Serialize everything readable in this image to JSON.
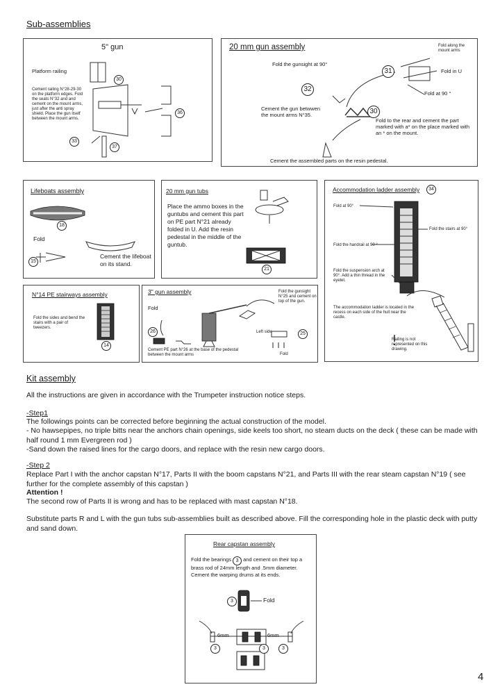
{
  "header": {
    "title": "Sub-assemblies"
  },
  "gun5": {
    "title": "5\" gun",
    "platform_label": "Platform railing",
    "instructions": "Cement railing N°28-29-30 on the platform edges. Fold the seats N°32 and and cement on the mount arms, just after the anti spray shield. Place the gun itself between the mount arms.",
    "parts": [
      "30",
      "33",
      "37",
      "36"
    ]
  },
  "gun20": {
    "title": "20 mm gun assembly",
    "fold_gunsight": "Fold the gunsight at 90°",
    "fold_along": "Fold along the mount arms",
    "fold_u": "Fold in U",
    "fold_90": "Fold at 90 °",
    "cement_gun": "Cement the gun betwwen the mount arms N°35.",
    "fold_rear": "Fold to the rear and cement the part marked with a* on the place marked with an * on the mount.",
    "cement_parts": "Cement the assembled parts on the resin pedestal.",
    "parts": [
      "31",
      "32",
      "30"
    ]
  },
  "lifeboats": {
    "title": "Lifeboats assembly",
    "fold": "Fold",
    "cement": "Cement the lifeboat on its stand.",
    "parts": [
      "18",
      "15"
    ]
  },
  "guntubs": {
    "title": "20 mm gun tubs",
    "text": "Place the ammo boxes in the guntubs and cement this part on PE part N°21 already folded in U. Add the resin pedestal in the middle of the guntub.",
    "parts": [
      "21"
    ]
  },
  "ladder": {
    "title": "Accommodation ladder assembly",
    "part": "34",
    "fold90": "Fold at 90°",
    "stairs90": "Fold the stairs at 90°",
    "handrail90": "Fold the handrail at 90 °",
    "suspension": "Fold the suspension arch at 90°. Add a thin thread in the eyelet.",
    "located": "The accommodation ladder is located in the recess on each side of the hull near the castle.",
    "railing": "Railing is not represented on this drawing."
  },
  "stairways": {
    "title": "N°14 PE stairways assembly",
    "text": "Fold the sides and bend the stairs with a pair of tweezers.",
    "parts": [
      "14"
    ]
  },
  "gun3": {
    "title": "3\" gun assembly",
    "fold": "Fold",
    "fold_gunsight": "Fold the gunsight N°25 and cement on top of the gun.",
    "left_side": "Left side",
    "cement_pe": "Cement PE part N°26 at the base of the pedestal between the mount arms",
    "fold2": "Fold",
    "parts": [
      "26",
      "25"
    ]
  },
  "kit": {
    "title": "Kit assembly",
    "intro": "All the instructions are given in accordance with the Trumpeter instruction notice steps.",
    "step1_label": "-Step1",
    "step1_l1": "The followings points can be corrected before beginning the actual construction of the model.",
    "step1_l2": "- No hawsepipes, no triple bitts near the anchors chain openings, side keels too short, no steam ducts on the deck ( these can be made with half round 1 mm Evergreen rod )",
    "step1_l3": "-Sand down the raised lines for the cargo doors, and replace with the resin new cargo doors.",
    "step2_label": "-Step 2",
    "step2_l1": "Replace Part I with the anchor capstan N°17, Parts II with the boom capstans N°21, and Parts III with the rear steam capstan N°19 ( see further for the complete assembly of this capstan )",
    "attention": "Attention !",
    "step2_l2": "The second row of Parts II is wrong and has to be replaced with mast capstan N°18.",
    "substitute": "Substitute parts R and L with the gun tubs sub-assemblies built as described above. Fill the corresponding hole in the plastic deck with putty and sand down."
  },
  "capstan": {
    "title": "Rear capstan assembly",
    "text_a": "Fold the bearings",
    "part": "3",
    "text_b": "and cement on their top a brass rod of 24mm length and .5mm diameter. Cement the warping drums at its ends.",
    "fold": "Fold",
    "dim1": "6mm",
    "dim2": "6mm"
  },
  "footer": {
    "page": "4"
  }
}
